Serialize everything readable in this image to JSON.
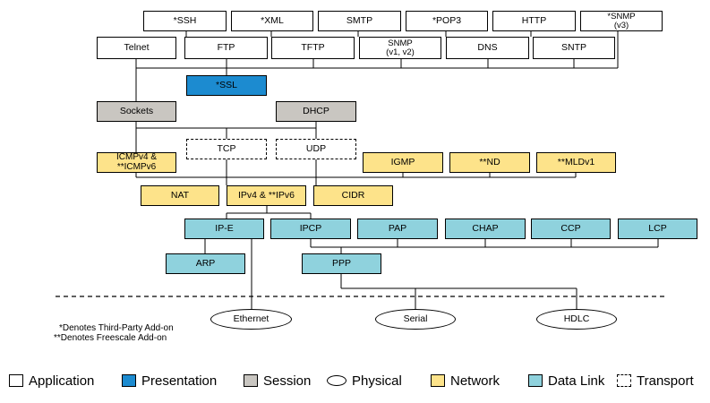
{
  "diagram": {
    "application": {
      "ssh": "*SSH",
      "xml": "*XML",
      "smtp": "SMTP",
      "pop3": "*POP3",
      "http": "HTTP",
      "snmp_v3": "*SNMP\n(v3)",
      "telnet": "Telnet",
      "ftp": "FTP",
      "tftp": "TFTP",
      "snmp_v1v2": "SNMP\n(v1, v2)",
      "dns": "DNS",
      "sntp": "SNTP"
    },
    "presentation": {
      "ssl": "*SSL"
    },
    "session": {
      "sockets": "Sockets",
      "dhcp": "DHCP"
    },
    "transport": {
      "tcp": "TCP",
      "udp": "UDP"
    },
    "network": {
      "icmp": "ICMPv4 &\n**ICMPv6",
      "igmp": "IGMP",
      "nd": "**ND",
      "mldv1": "**MLDv1",
      "nat": "NAT",
      "ipv4_ipv6": "IPv4 & **IPv6",
      "cidr": "CIDR"
    },
    "data_link": {
      "ipe": "IP-E",
      "ipcp": "IPCP",
      "pap": "PAP",
      "chap": "CHAP",
      "ccp": "CCP",
      "lcp": "LCP",
      "arp": "ARP",
      "ppp": "PPP"
    },
    "physical": {
      "ethernet": "Ethernet",
      "serial": "Serial",
      "hdlc": "HDLC"
    },
    "notes": {
      "third_party": "*Denotes Third-Party Add-on",
      "freescale": "**Denotes Freescale Add-on"
    }
  },
  "legend": {
    "application": "Application",
    "presentation": "Presentation",
    "session": "Session",
    "physical": "Physical",
    "network": "Network",
    "data_link": "Data Link",
    "transport": "Transport"
  },
  "colors": {
    "presentation": "#1c8bd0",
    "session": "#c9c6c1",
    "network": "#fde38a",
    "data_link": "#8fd2dd",
    "application": "#ffffff",
    "physical": "#ffffff",
    "transport": "#ffffff"
  }
}
